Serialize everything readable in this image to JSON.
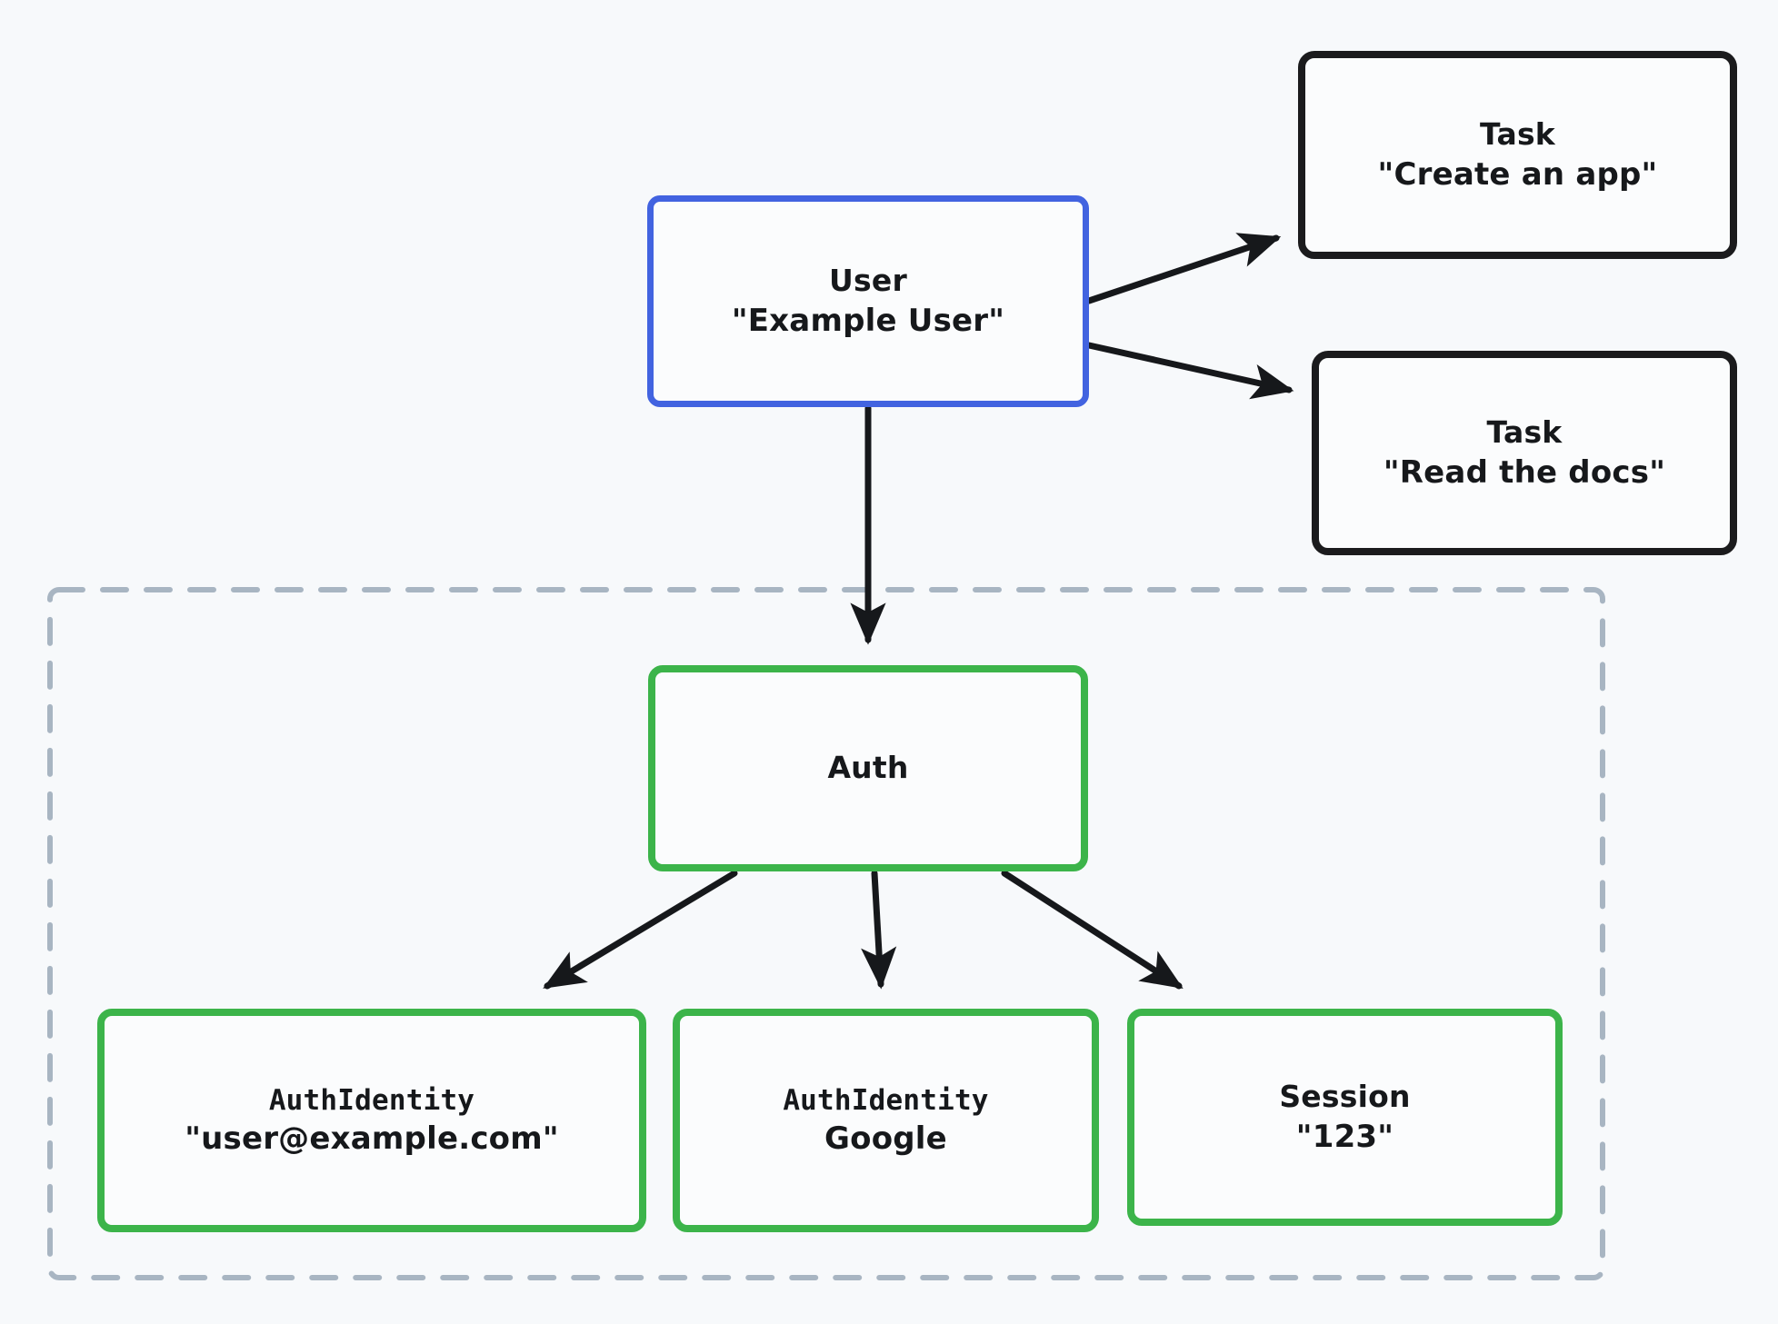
{
  "diagram": {
    "type": "entity-relationship-diagram",
    "background_color": "#f7f9fb",
    "colors": {
      "user_border": "#4263e0",
      "task_border": "#1b1b1d",
      "auth_border": "#3cb44a",
      "group_border": "#a8b5c2",
      "arrow": "#16181b",
      "node_fill": "#fbfcfd",
      "text": "#16181b"
    },
    "group": {
      "name": "auth-group",
      "style": "dashed"
    },
    "nodes": {
      "user": {
        "title": "User",
        "subtitle": "\"Example User\""
      },
      "task_create": {
        "title": "Task",
        "subtitle": "\"Create an app\""
      },
      "task_read": {
        "title": "Task",
        "subtitle": "\"Read the docs\""
      },
      "auth": {
        "title": "Auth",
        "subtitle": ""
      },
      "auth_identity_email": {
        "title": "AuthIdentity",
        "subtitle": "\"user@example.com\""
      },
      "auth_identity_google": {
        "title": "AuthIdentity",
        "subtitle": "Google"
      },
      "session": {
        "title": "Session",
        "subtitle": "\"123\""
      }
    },
    "edges": [
      {
        "name": "user-to-task-create",
        "from": "user",
        "to": "task_create"
      },
      {
        "name": "user-to-task-read",
        "from": "user",
        "to": "task_read"
      },
      {
        "name": "user-to-auth",
        "from": "user",
        "to": "auth"
      },
      {
        "name": "auth-to-auth-identity-email",
        "from": "auth",
        "to": "auth_identity_email"
      },
      {
        "name": "auth-to-auth-identity-google",
        "from": "auth",
        "to": "auth_identity_google"
      },
      {
        "name": "auth-to-session",
        "from": "auth",
        "to": "session"
      }
    ]
  }
}
